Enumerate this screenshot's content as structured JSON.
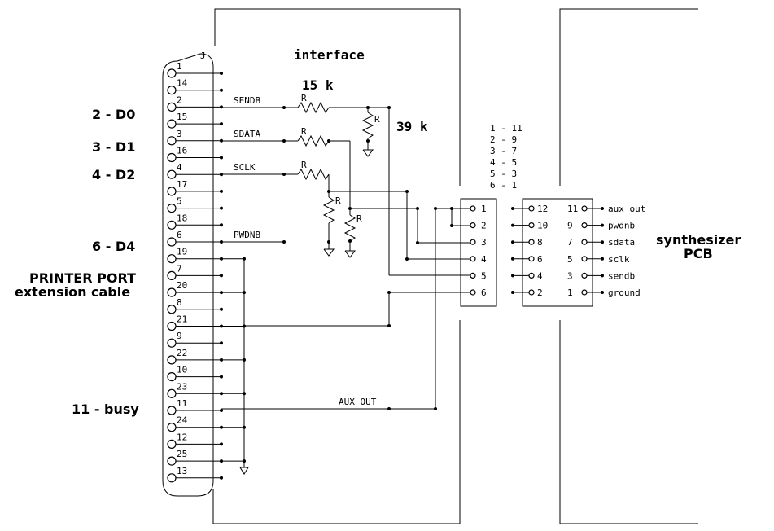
{
  "title": "interface",
  "connector_ref": "J",
  "printer_port_label": [
    "PRINTER PORT",
    "extension cable"
  ],
  "synth_label": [
    "synthesizer",
    "PCB"
  ],
  "resistor_letter": "R",
  "resistor_values": {
    "series": "15 k",
    "pulldown": "39 k"
  },
  "signal_labels": [
    "2 - D0",
    "3 - D1",
    "4 - D2",
    "6 - D4",
    "11 - busy"
  ],
  "db25_pins": [
    "1",
    "14",
    "2",
    "15",
    "3",
    "16",
    "4",
    "17",
    "5",
    "18",
    "6",
    "19",
    "7",
    "20",
    "8",
    "21",
    "9",
    "22",
    "10",
    "23",
    "11",
    "24",
    "12",
    "25",
    "13"
  ],
  "nets": {
    "sendb": "SENDB",
    "sdata": "SDATA",
    "sclk": "SCLK",
    "pwdnb": "PWDNB",
    "aux": "AUX OUT"
  },
  "pin_map": [
    "1 - 11",
    "2 - 9",
    "3 - 7",
    "4 - 5",
    "5 - 3",
    "6 - 1"
  ],
  "header6_pins": [
    "1",
    "2",
    "3",
    "4",
    "5",
    "6"
  ],
  "pcb_left_pins": [
    "12",
    "10",
    "8",
    "6",
    "4",
    "2"
  ],
  "pcb_right_pins": [
    "11",
    "9",
    "7",
    "5",
    "3",
    "1"
  ],
  "pcb_signals": [
    "aux out",
    "pwdnb",
    "sdata",
    "sclk",
    "sendb",
    "ground"
  ]
}
